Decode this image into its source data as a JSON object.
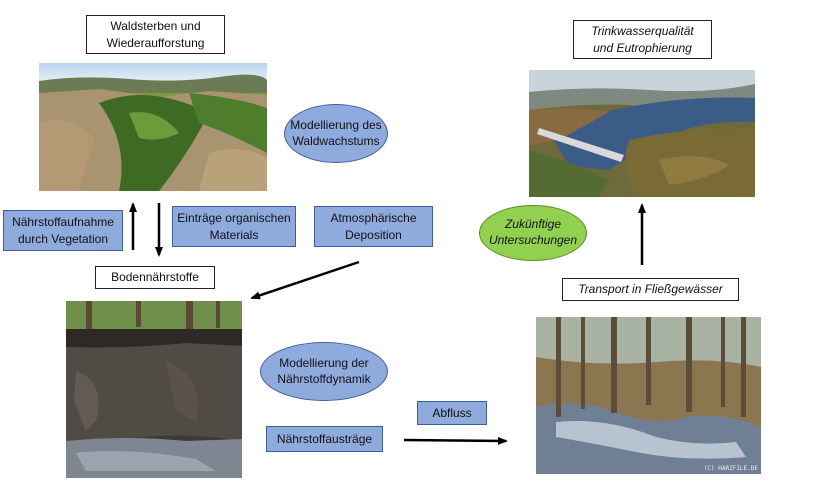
{
  "labels": {
    "waldsterben": "Waldsterben und\nWiederaufforstung",
    "trinkwasser": "Trinkwasserqualität\nund Eutrophierung",
    "waldwachstum": "Modellierung des\nWaldwachstums",
    "naehrstoffaufnahme": "Nährstoffaufnahme\ndurch Vegetation",
    "eintraege": "Einträge organischen\nMaterials",
    "deposition": "Atmosphärische\nDeposition",
    "zukuenftig": "Zukünftige\nUntersuchungen",
    "bodennaehrstoffe": "Bodennährstoffe",
    "transport": "Transport in Fließgewässer",
    "naehrstoffdynamik": "Modellierung der\nNährstoffdynamik",
    "abfluss": "Abfluss",
    "naehrstoffaustraege": "Nährstoffausträge"
  },
  "images": {
    "forest": "forest-dieback-photo",
    "reservoir": "reservoir-dam-photo",
    "soil": "soil-profile-photo",
    "stream": "forest-stream-photo",
    "stream_credit": "(C) HARZFILE.DE"
  },
  "colors": {
    "box_blue": "#8faadc",
    "ellipse_green": "#92d050",
    "arrow": "#000000"
  }
}
